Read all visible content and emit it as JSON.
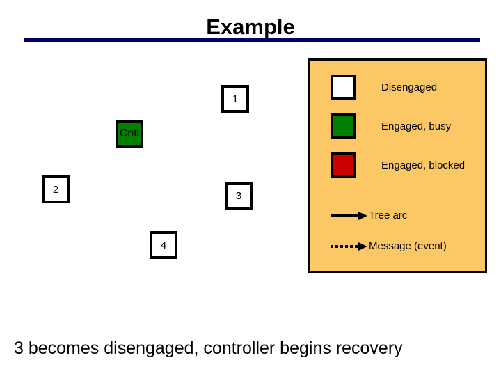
{
  "slide": {
    "title": "Example",
    "caption": "3 becomes disengaged, controller begins recovery",
    "rule_color": "#000066"
  },
  "graph": {
    "nodes": [
      {
        "id": "1",
        "label": "1",
        "state": "disengaged",
        "fill": "#ffffff"
      },
      {
        "id": "2",
        "label": "2",
        "state": "disengaged",
        "fill": "#ffffff"
      },
      {
        "id": "3",
        "label": "3",
        "state": "disengaged",
        "fill": "#ffffff"
      },
      {
        "id": "4",
        "label": "4",
        "state": "disengaged",
        "fill": "#ffffff"
      },
      {
        "id": "cntl",
        "label": "Cntl",
        "state": "engaged-busy",
        "fill": "#008000"
      }
    ]
  },
  "legend": {
    "background": "#fcc866",
    "items": [
      {
        "label": "Disengaged",
        "swatch": "#ffffff",
        "kind": "swatch"
      },
      {
        "label": "Engaged, busy",
        "swatch": "#008000",
        "kind": "swatch"
      },
      {
        "label": "Engaged, blocked",
        "swatch": "#cc0000",
        "kind": "swatch"
      },
      {
        "label": "Tree arc",
        "kind": "solid-arrow"
      },
      {
        "label": "Message (event)",
        "kind": "dotted-arrow"
      }
    ]
  }
}
